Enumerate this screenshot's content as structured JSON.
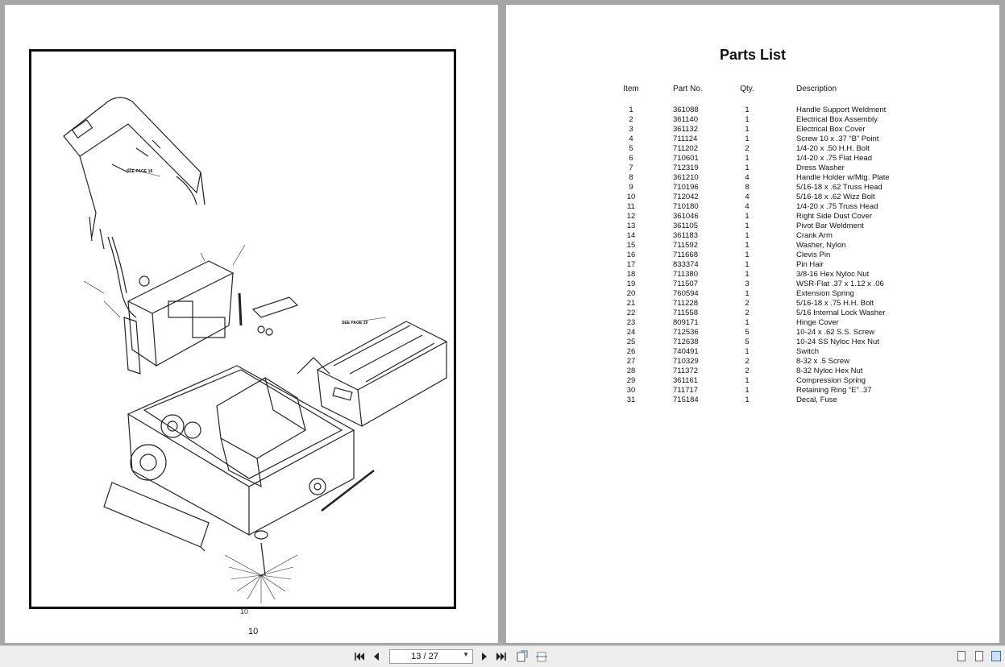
{
  "left_page": {
    "page_number_small": "10",
    "page_number": "10",
    "callouts": [
      "SEE PAGE 18",
      "SEE PAGE 19"
    ]
  },
  "right_page": {
    "title": "Parts List",
    "headers": {
      "item": "Item",
      "part": "Part No.",
      "qty": "Qty.",
      "desc": "Description"
    },
    "rows": [
      {
        "item": "1",
        "part": "361088",
        "qty": "1",
        "desc": "Handle Support Weldment"
      },
      {
        "item": "2",
        "part": "361140",
        "qty": "1",
        "desc": "Electrical Box Assembly"
      },
      {
        "item": "3",
        "part": "361132",
        "qty": "1",
        "desc": "Electrical Box Cover"
      },
      {
        "item": "4",
        "part": "711124",
        "qty": "1",
        "desc": "Screw 10 x .37 “B” Point"
      },
      {
        "item": "5",
        "part": "711202",
        "qty": "2",
        "desc": "1/4-20 x .50 H.H. Bolt"
      },
      {
        "item": "6",
        "part": "710601",
        "qty": "1",
        "desc": "1/4-20 x .75 Flat Head"
      },
      {
        "item": "7",
        "part": "712319",
        "qty": "1",
        "desc": "Dress Washer"
      },
      {
        "item": "8",
        "part": "361210",
        "qty": "4",
        "desc": "Handle Holder w/Mtg. Plate"
      },
      {
        "item": "9",
        "part": "710196",
        "qty": "8",
        "desc": "5/16-18 x .62 Truss Head"
      },
      {
        "item": "10",
        "part": "712042",
        "qty": "4",
        "desc": "5/16-18 x .62 Wizz Bolt"
      },
      {
        "item": "11",
        "part": "710180",
        "qty": "4",
        "desc": "1/4-20 x .75 Truss Head"
      },
      {
        "item": "12",
        "part": "361046",
        "qty": "1",
        "desc": "Right Side Dust Cover"
      },
      {
        "item": "13",
        "part": "361105",
        "qty": "1",
        "desc": "Pivot Bar Weldment"
      },
      {
        "item": "14",
        "part": "361183",
        "qty": "1",
        "desc": "Crank Arm"
      },
      {
        "item": "15",
        "part": "711592",
        "qty": "1",
        "desc": "Washer, Nylon"
      },
      {
        "item": "16",
        "part": "711668",
        "qty": "1",
        "desc": "Clevis Pin"
      },
      {
        "item": "17",
        "part": "833374",
        "qty": "1",
        "desc": "Pin Hair"
      },
      {
        "item": "18",
        "part": "711380",
        "qty": "1",
        "desc": "3/8-16 Hex Nyloc Nut"
      },
      {
        "item": "19",
        "part": "711507",
        "qty": "3",
        "desc": "WSR-Flat .37 x 1.12 x .06"
      },
      {
        "item": "20",
        "part": "760594",
        "qty": "1",
        "desc": "Extension Spring"
      },
      {
        "item": "21",
        "part": "711228",
        "qty": "2",
        "desc": "5/16-18 x .75 H.H. Bolt"
      },
      {
        "item": "22",
        "part": "711558",
        "qty": "2",
        "desc": "5/16 Internal Lock Washer"
      },
      {
        "item": "23",
        "part": "809171",
        "qty": "1",
        "desc": "Hinge Cover"
      },
      {
        "item": "24",
        "part": "712536",
        "qty": "5",
        "desc": "10-24  x .62 S.S. Screw"
      },
      {
        "item": "25",
        "part": "712638",
        "qty": "5",
        "desc": "10-24 SS Nyloc Hex Nut"
      },
      {
        "item": "26",
        "part": "740491",
        "qty": "1",
        "desc": "Switch"
      },
      {
        "item": "27",
        "part": "710329",
        "qty": "2",
        "desc": "8-32 x .5 Screw"
      },
      {
        "item": "28",
        "part": "711372",
        "qty": "2",
        "desc": "8-32 Nyloc Hex Nut"
      },
      {
        "item": "29",
        "part": "361161",
        "qty": "1",
        "desc": "Compression Spring"
      },
      {
        "item": "30",
        "part": "711717",
        "qty": "1",
        "desc": "Retaining Ring “E” .37"
      },
      {
        "item": "31",
        "part": "715184",
        "qty": "1",
        "desc": "Decal, Fuse"
      }
    ]
  },
  "toolbar": {
    "page_indicator": "13 / 27",
    "icons": [
      "first-page-icon",
      "prev-page-icon",
      "next-page-icon",
      "last-page-icon",
      "fit-page-icon",
      "fit-width-icon",
      "single-page-view-icon",
      "continuous-view-icon",
      "facing-view-icon"
    ]
  }
}
